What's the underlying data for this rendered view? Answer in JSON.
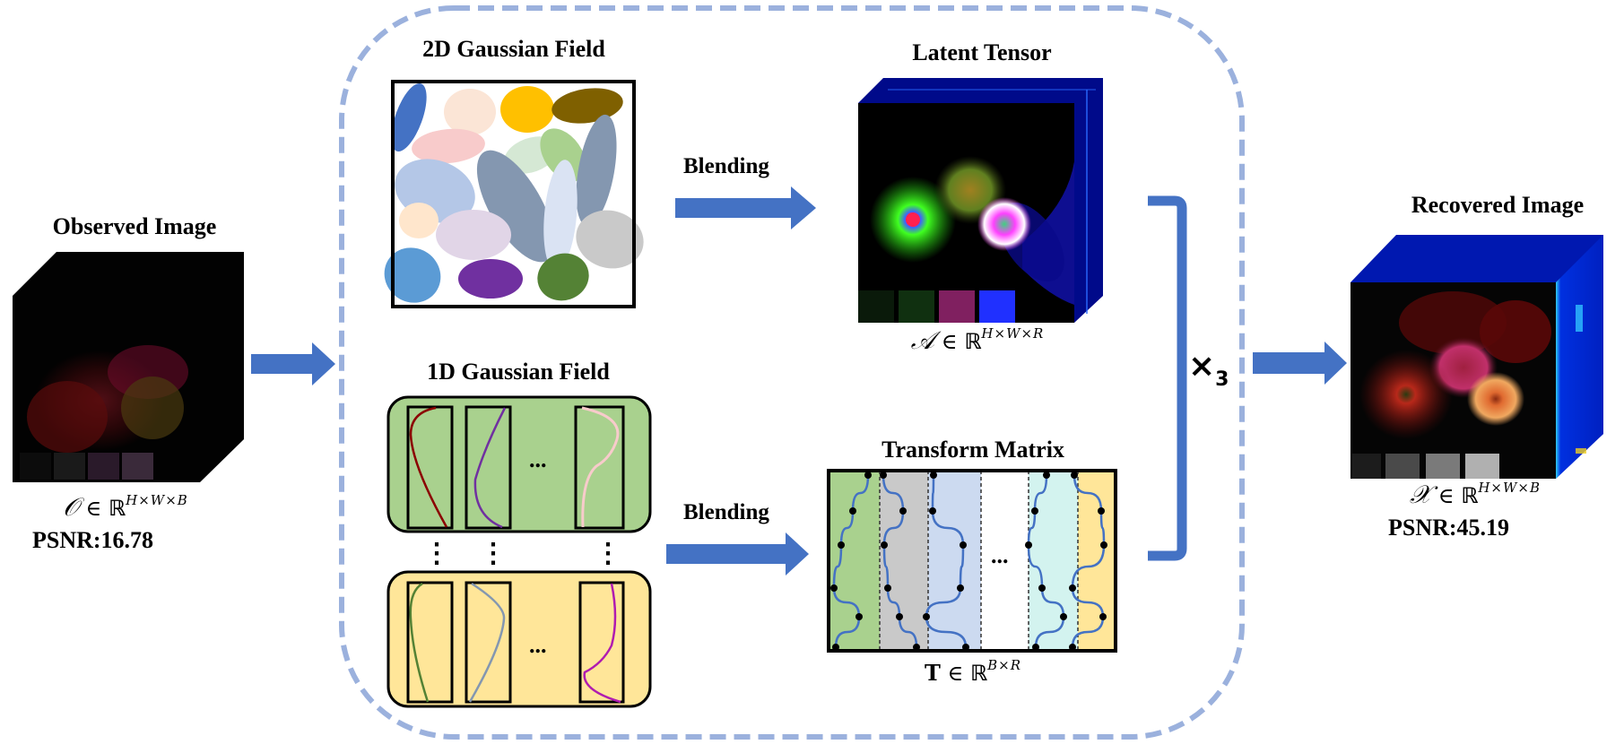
{
  "observed": {
    "title": "Observed Image",
    "symbol": "𝒪",
    "in": "∈",
    "field": "ℝ",
    "dims": "H×W×B",
    "psnr": "PSNR:16.78"
  },
  "gaussian2d": {
    "title": "2D Gaussian Field",
    "ellipses": [
      {
        "color": "#4472C4"
      },
      {
        "color": "#FBE5D6"
      },
      {
        "color": "#FFC000"
      },
      {
        "color": "#7F6000"
      },
      {
        "color": "#F8CBCB"
      },
      {
        "color": "#D5E8D4"
      },
      {
        "color": "#A9D18E"
      },
      {
        "color": "#8497B0"
      },
      {
        "color": "#B4C7E7"
      },
      {
        "color": "#8497B0"
      },
      {
        "color": "#DAE3F3"
      },
      {
        "color": "#FFE6CC"
      },
      {
        "color": "#E1D5E7"
      },
      {
        "color": "#C9C9C9"
      },
      {
        "color": "#5B9BD5"
      },
      {
        "color": "#7030A0"
      },
      {
        "color": "#548235"
      }
    ]
  },
  "gaussian1d": {
    "title": "1D Gaussian Field",
    "ellipsis": "...",
    "vertical_ellipsis": "⋮",
    "top_group": {
      "bg": "#A9D18E",
      "curve_colors": [
        "#8B0000",
        "#7030A0",
        "#F8CBCB"
      ]
    },
    "bottom_group": {
      "bg": "#FFE699",
      "curve_colors": [
        "#548235",
        "#8497B0",
        "#B01CB0"
      ]
    }
  },
  "blending_top": {
    "label": "Blending"
  },
  "blending_bottom": {
    "label": "Blending"
  },
  "latent": {
    "title": "Latent Tensor",
    "symbol": "𝒜",
    "in": "∈",
    "field": "ℝ",
    "dims": "H×W×R"
  },
  "transform": {
    "title": "Transform Matrix",
    "symbol": "T",
    "in": "∈",
    "field": "ℝ",
    "dims": "B×R",
    "ellipsis": "...",
    "columns": [
      {
        "bg": "#A9D18E"
      },
      {
        "bg": "#C9C9C9"
      },
      {
        "bg": "#CCDAF0"
      },
      {
        "bg": "#FFFFFF"
      },
      {
        "bg": "#D3F3EF"
      },
      {
        "bg": "#FFE699"
      }
    ]
  },
  "repeat": {
    "times": "×",
    "count": "3"
  },
  "recovered": {
    "title": "Recovered Image",
    "symbol": "𝒳",
    "in": "∈",
    "field": "ℝ",
    "dims": "H×W×B",
    "psnr": "PSNR:45.19"
  },
  "colors": {
    "arrow": "#4472C4",
    "dashed_border": "#9BB1DD",
    "bracket": "#4472C4"
  }
}
